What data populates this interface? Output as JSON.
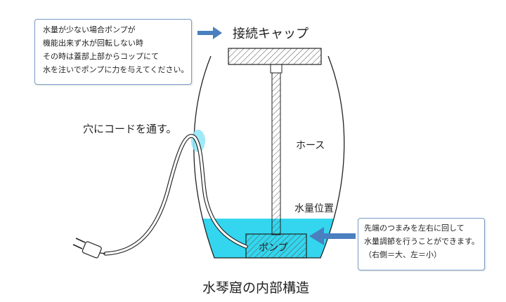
{
  "top_note": {
    "lines": [
      "水量が少ない場合ポンプが",
      "機能出来ず水が回転しない時",
      "その時は蓋部上部からコップにて",
      "水を注いでポンプに力を与えてください。"
    ]
  },
  "labels": {
    "cap": "接続キャップ",
    "cord": "穴にコードを通す。",
    "hose": "ホース",
    "water_level": "水量位置",
    "pump": "ポンプ"
  },
  "knob_note": {
    "lines": [
      "先端のつまみを左右に回して",
      "水量調節を行うことができます。",
      "（右側＝大、左＝小）"
    ]
  },
  "caption": "水琴窟の内部構造",
  "colors": {
    "water": "#33d6ee",
    "arrow": "#4a7fc0",
    "outline": "#222222",
    "cord_glow": "#8ee6f8"
  }
}
